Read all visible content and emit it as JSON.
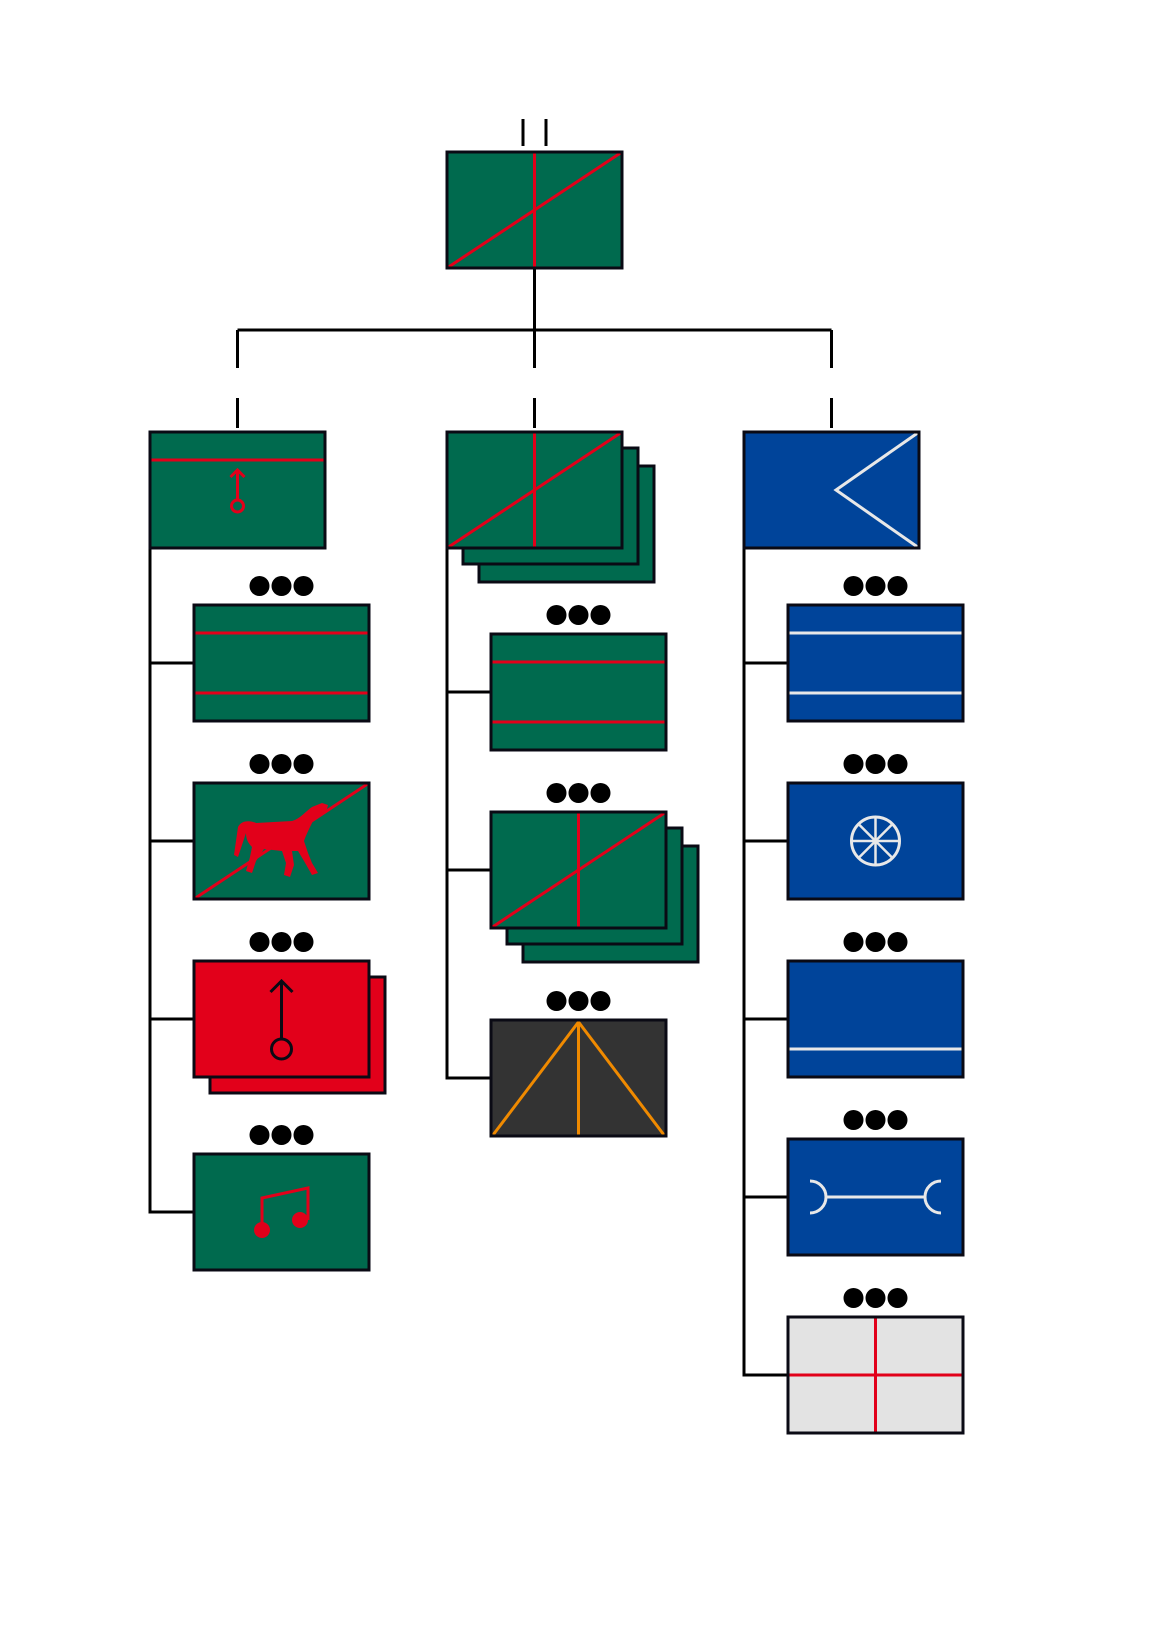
{
  "diagram": {
    "title": "",
    "colors": {
      "friendly_green": "#006a4e",
      "hostile_red": "#e2001a",
      "navy_blue": "#00449a",
      "dark_gray": "#333333",
      "light_gray": "#e3e3e3",
      "outline": "#0a0a14",
      "accent_red": "#e2001a",
      "accent_white": "#e8e8e8",
      "accent_orange": "#f08a00"
    },
    "root": {
      "id": "hq",
      "fill": "friendly_green",
      "symbol": "cross-diagonal",
      "symbol_color": "accent_red",
      "stacked": 0,
      "echelon": "double-bar",
      "echelon_dots": 0
    },
    "columns": [
      {
        "id": "left",
        "head": {
          "fill": "friendly_green",
          "symbol": "top-band-arrow",
          "symbol_color": "accent_red",
          "stacked": 0,
          "echelon_dots": 0
        },
        "children": [
          {
            "fill": "friendly_green",
            "symbol": "two-bands",
            "symbol_color": "accent_red",
            "stacked": 0,
            "echelon_dots": 3
          },
          {
            "fill": "friendly_green",
            "symbol": "unicorn-diagonal",
            "symbol_color": "accent_red",
            "stacked": 0,
            "echelon_dots": 3
          },
          {
            "fill": "hostile_red",
            "symbol": "arrow-circle",
            "symbol_color": "outline",
            "stacked": 1,
            "echelon_dots": 3
          },
          {
            "fill": "friendly_green",
            "symbol": "music-note",
            "symbol_color": "accent_red",
            "stacked": 0,
            "echelon_dots": 3
          }
        ]
      },
      {
        "id": "center",
        "head": {
          "fill": "friendly_green",
          "symbol": "cross-diagonal",
          "symbol_color": "accent_red",
          "stacked": 2,
          "echelon_dots": 0
        },
        "children": [
          {
            "fill": "friendly_green",
            "symbol": "two-bands",
            "symbol_color": "accent_red",
            "stacked": 0,
            "echelon_dots": 3
          },
          {
            "fill": "friendly_green",
            "symbol": "cross-diagonal",
            "symbol_color": "accent_red",
            "stacked": 2,
            "echelon_dots": 3
          },
          {
            "fill": "dark_gray",
            "symbol": "tent",
            "symbol_color": "accent_orange",
            "stacked": 0,
            "echelon_dots": 3
          }
        ]
      },
      {
        "id": "right",
        "head": {
          "fill": "navy_blue",
          "symbol": "chevron-left",
          "symbol_color": "accent_white",
          "stacked": 0,
          "echelon_dots": 0
        },
        "children": [
          {
            "fill": "navy_blue",
            "symbol": "two-bands",
            "symbol_color": "accent_white",
            "stacked": 0,
            "echelon_dots": 3
          },
          {
            "fill": "navy_blue",
            "symbol": "wheel",
            "symbol_color": "accent_white",
            "stacked": 0,
            "echelon_dots": 3
          },
          {
            "fill": "navy_blue",
            "symbol": "bottom-band",
            "symbol_color": "accent_white",
            "stacked": 0,
            "echelon_dots": 3
          },
          {
            "fill": "navy_blue",
            "symbol": "bone-link",
            "symbol_color": "accent_white",
            "stacked": 0,
            "echelon_dots": 3
          },
          {
            "fill": "light_gray",
            "symbol": "cross-plus",
            "symbol_color": "accent_red",
            "stacked": 0,
            "echelon_dots": 3
          }
        ]
      }
    ]
  }
}
